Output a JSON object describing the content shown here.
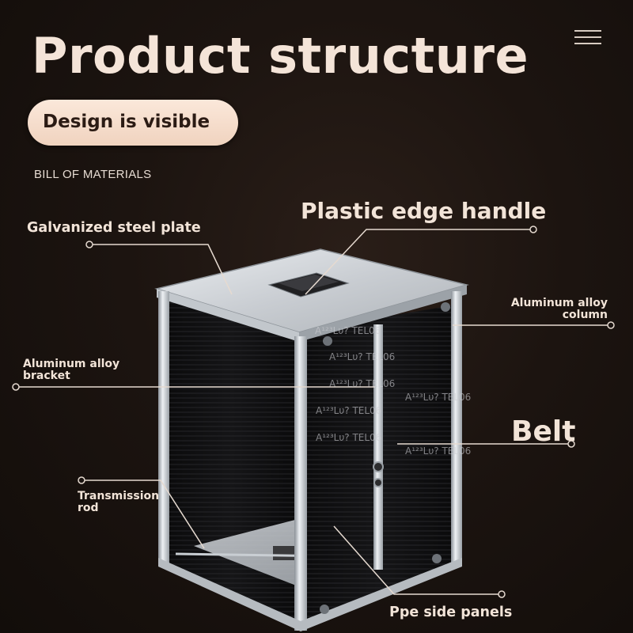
{
  "header": {
    "title": "Product structure",
    "subtitle": "Design is visible",
    "section_label": "BILL OF MATERIALS",
    "menu_icon": "hamburger-menu-icon"
  },
  "colors": {
    "background": "#1a1310",
    "title": "#f4e4d8",
    "pill": "#f8e2d2",
    "pill_text": "#2b1b14",
    "leader_line": "#e6dad0"
  },
  "callouts": {
    "galvanized_steel_plate": "Galvanized steel plate",
    "plastic_edge_handle": "Plastic edge handle",
    "aluminum_alloy_column_line1": "Aluminum alloy",
    "aluminum_alloy_column_line2": "column",
    "aluminum_alloy_bracket_line1": "Aluminum alloy",
    "aluminum_alloy_bracket_line2": "bracket",
    "belt": "Belt",
    "transmission_rod_line1": "Transmission",
    "transmission_rod_line2": "rod",
    "ppe_side_panels": "Ppe side panels"
  },
  "watermarks": {
    "wm1": "A¹²³Lυ?  TEL06",
    "wm2": "A¹²³Lυ?  TEL06",
    "wm3": "A¹²³Lυ?  TEL06",
    "wm4": "A¹²³Lυ?  TEL06",
    "wm5": "A¹²³Lυ?  TEL06",
    "wm6": "A¹²³Lυ?  TEL06",
    "wm7": "A¹²³Lυ?  TEL06"
  }
}
